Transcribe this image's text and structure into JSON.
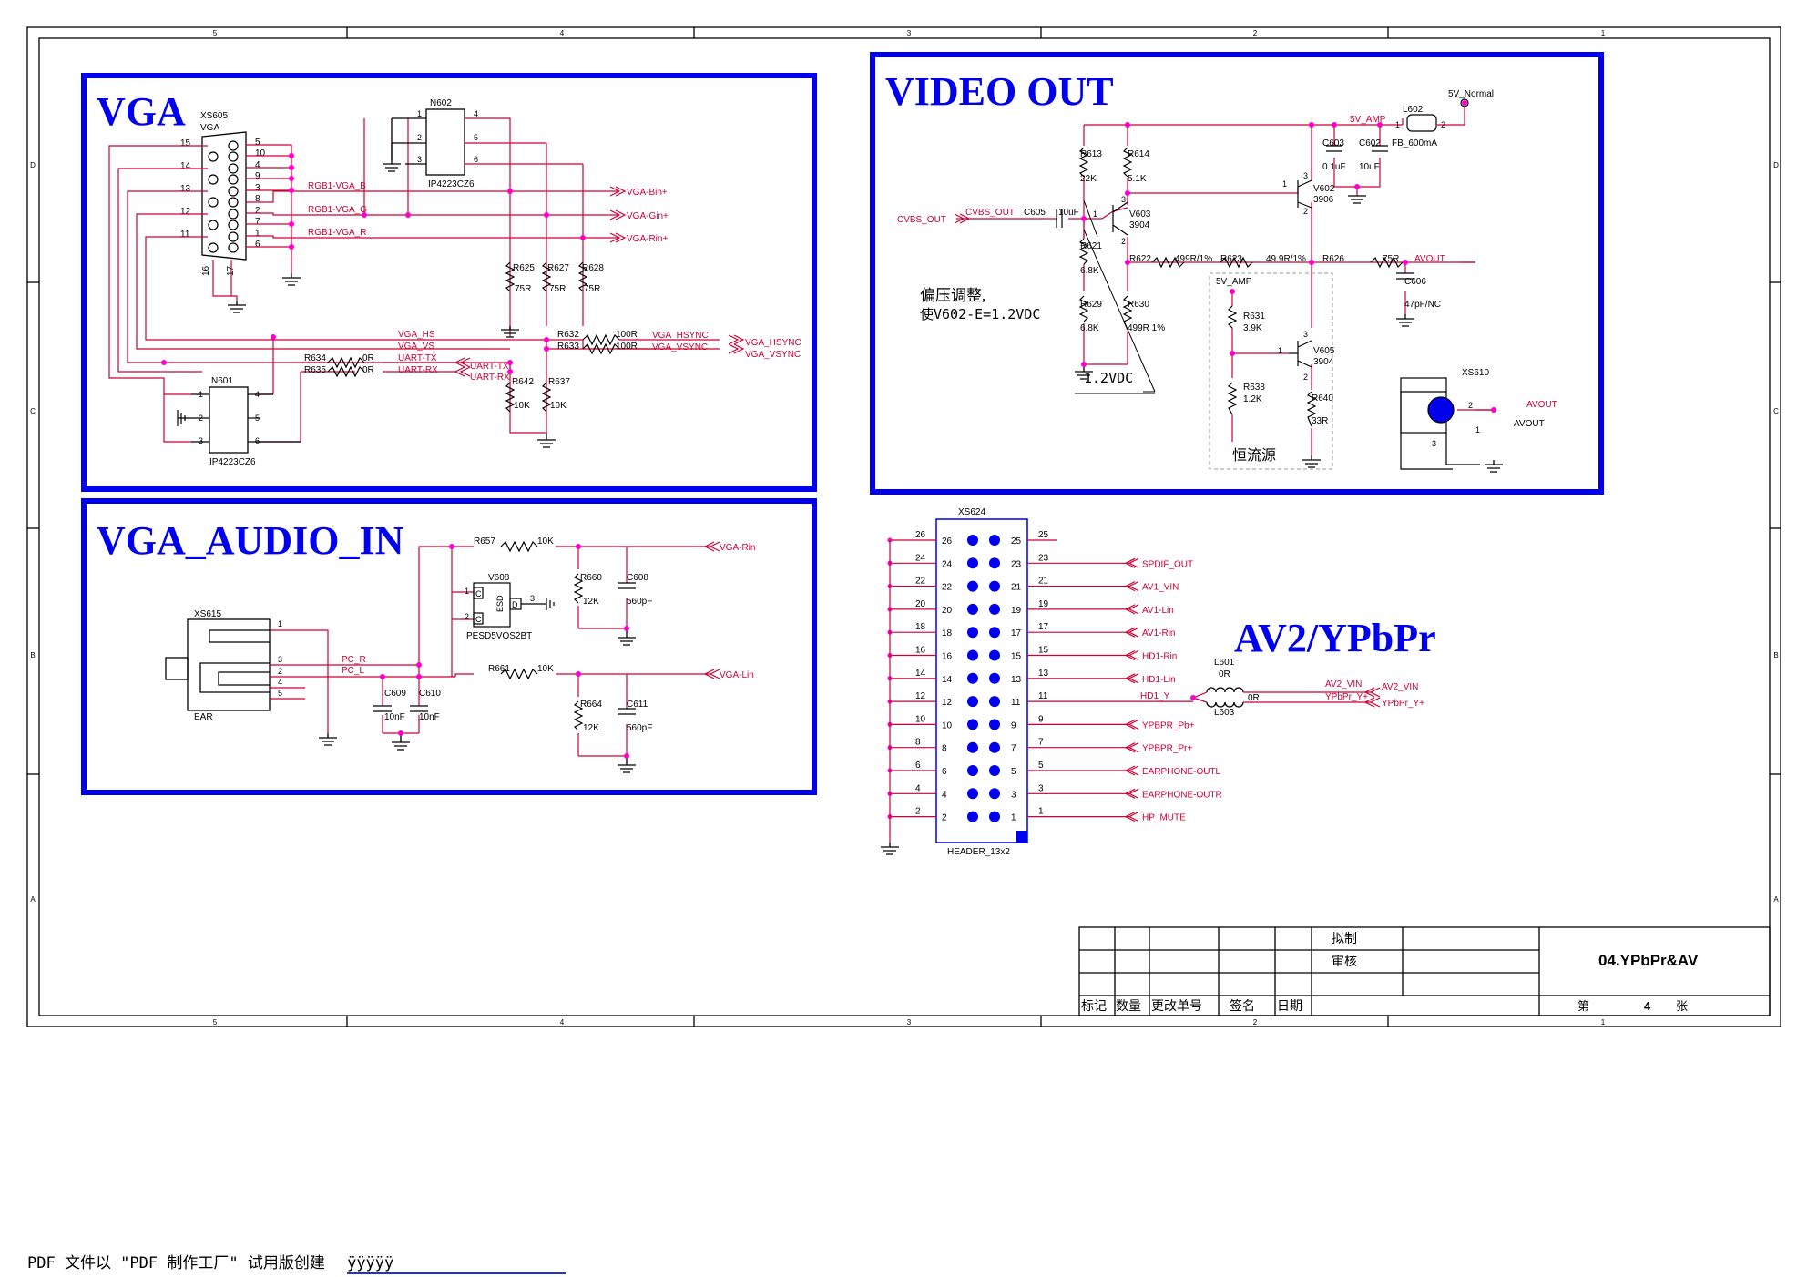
{
  "frame": {
    "col_labels": [
      "5",
      "4",
      "3",
      "2",
      "1"
    ],
    "row_labels": [
      "D",
      "C",
      "B",
      "A"
    ]
  },
  "colors": {
    "wire": "#cc0033",
    "frame": "#0000ee",
    "node": "#ff00cc",
    "text": "#000000",
    "label": "#cc0033"
  },
  "vga": {
    "title": "VGA",
    "connector_ref": "XS605",
    "connector_name": "VGA",
    "left_pins": [
      "15",
      "14",
      "13",
      "12",
      "11"
    ],
    "right_pins": [
      "5",
      "10",
      "4",
      "9",
      "3",
      "8",
      "2",
      "7",
      "1",
      "6"
    ],
    "bottom_pins": [
      "16",
      "17"
    ],
    "n602_ref": "N602",
    "n602_part": "IP4223CZ6",
    "n602_pins": [
      "1",
      "2",
      "3",
      "4",
      "5",
      "6"
    ],
    "n601_ref": "N601",
    "n601_part": "IP4223CZ6",
    "n601_pins": [
      "1",
      "2",
      "3",
      "4",
      "5",
      "6"
    ],
    "nets": [
      "RGB1-VGA_B",
      "RGB1-VGA_G",
      "RGB1-VGA_R"
    ],
    "outputs": [
      "VGA-Bin+",
      "VGA-Gin+",
      "VGA-Rin+"
    ],
    "resistors": [
      {
        "ref": "R625",
        "value": "75R"
      },
      {
        "ref": "R627",
        "value": "75R"
      },
      {
        "ref": "R628",
        "value": "75R"
      },
      {
        "ref": "R632",
        "value": "100R"
      },
      {
        "ref": "R633",
        "value": "100R"
      },
      {
        "ref": "R634",
        "value": "0R"
      },
      {
        "ref": "R635",
        "value": "0R"
      },
      {
        "ref": "R642",
        "value": "10K"
      },
      {
        "ref": "R637",
        "value": "10K"
      }
    ],
    "sync_nets": [
      "VGA_HS",
      "VGA_VS"
    ],
    "uart_nets": [
      "UART-TX",
      "UART-RX"
    ],
    "uart_out": [
      "UART-TX",
      "UART-RX"
    ],
    "sync_labels": [
      "VGA_HSYNC",
      "VGA_VSYNC"
    ],
    "sync_out": [
      "VGA_HSYNC",
      "VGA_VSYNC"
    ]
  },
  "audio_in": {
    "title": "VGA_AUDIO_IN",
    "jack_ref": "XS615",
    "jack_name": "EAR",
    "jack_pins": [
      "1",
      "3",
      "2",
      "4",
      "5"
    ],
    "nets": [
      "PC_R",
      "PC_L"
    ],
    "r657": {
      "ref": "R657",
      "value": "10K"
    },
    "r661": {
      "ref": "R661",
      "value": "10K"
    },
    "r660": {
      "ref": "R660",
      "value": "12K"
    },
    "r664": {
      "ref": "R664",
      "value": "12K"
    },
    "c608": {
      "ref": "C608",
      "value": "560pF"
    },
    "c611": {
      "ref": "C611",
      "value": "560pF"
    },
    "c609": {
      "ref": "C609",
      "value": "10nF"
    },
    "c610": {
      "ref": "C610",
      "value": "10nF"
    },
    "esd_ref": "V608",
    "esd_part": "PESD5VOS2BT",
    "esd_text": "ESD",
    "esd_pins": [
      "1",
      "2",
      "3"
    ],
    "esd_c": "C",
    "esd_d": "D",
    "outputs": [
      "VGA-Rin",
      "VGA-Lin"
    ]
  },
  "video_out": {
    "title": "VIDEO OUT",
    "supply": "5V_Normal",
    "amp": "5V_AMP",
    "amp2": "5V_AMP",
    "l602": {
      "ref": "L602",
      "value": "FB_600mA",
      "p1": "1",
      "p2": "2"
    },
    "c603": {
      "ref": "C603",
      "value": "0.1uF"
    },
    "c602": {
      "ref": "C602",
      "value": "10uF"
    },
    "r613": {
      "ref": "R613",
      "value": "22K"
    },
    "r614": {
      "ref": "R614",
      "value": "5.1K"
    },
    "r621": {
      "ref": "R621",
      "value": "6.8K"
    },
    "r629": {
      "ref": "R629",
      "value": "6.8K"
    },
    "r630": {
      "ref": "R630",
      "value": "499R 1%"
    },
    "r622": {
      "ref": "R622",
      "value": "499R/1%"
    },
    "r623": {
      "ref": "R623",
      "value": "49.9R/1%"
    },
    "r626": {
      "ref": "R626",
      "value": "75R"
    },
    "r631": {
      "ref": "R631",
      "value": "3.9K"
    },
    "r638": {
      "ref": "R638",
      "value": "1.2K"
    },
    "r640": {
      "ref": "R640",
      "value": "33R"
    },
    "c605": {
      "ref": "C605",
      "value": "10uF"
    },
    "c606": {
      "ref": "C606",
      "value": "47pF/NC"
    },
    "v603": {
      "ref": "V603",
      "value": "3904"
    },
    "v602": {
      "ref": "V602",
      "value": "3906"
    },
    "v605": {
      "ref": "V605",
      "value": "3904"
    },
    "tr_pins": [
      "1",
      "2",
      "3"
    ],
    "cvbs_in": "CVBS_OUT",
    "cvbs_net": "CVBS_OUT",
    "avout_net": "AVOUT",
    "avout_net2": "AVOUT",
    "note_line1": "偏压调整,",
    "note_line2": "使V602-E=1.2VDC",
    "note_vdc": "1.2VDC",
    "const_current": "恒流源",
    "xs610": {
      "ref": "XS610",
      "name": "AVOUT",
      "pins": [
        "2",
        "1",
        "3"
      ]
    }
  },
  "header": {
    "ref": "XS624",
    "name": "HEADER_13x2",
    "left_nums": [
      "26",
      "24",
      "22",
      "20",
      "18",
      "16",
      "14",
      "12",
      "10",
      "8",
      "6",
      "4",
      "2"
    ],
    "right_nums": [
      "25",
      "23",
      "21",
      "19",
      "17",
      "15",
      "13",
      "11",
      "9",
      "7",
      "5",
      "3",
      "1"
    ],
    "outer_left": [
      "26",
      "24",
      "22",
      "20",
      "18",
      "16",
      "14",
      "12",
      "10",
      "8",
      "6",
      "4",
      "2"
    ],
    "outer_right": [
      "25",
      "23",
      "21",
      "19",
      "17",
      "15",
      "13",
      "11",
      "9",
      "7",
      "5",
      "3",
      "1"
    ],
    "signals": [
      "",
      "SPDIF_OUT",
      "AV1_VIN",
      "AV1-Lin",
      "AV1-Rin",
      "HD1-Rin",
      "HD1-Lin",
      "HD1_Y",
      "YPBPR_Pb+",
      "YPBPR_Pr+",
      "EARPHONE-OUTL",
      "EARPHONE-OUTR",
      "HP_MUTE"
    ]
  },
  "av2": {
    "title": "AV2/YPbPr",
    "l601": {
      "ref": "L601",
      "value": "0R"
    },
    "l603": {
      "ref": "L603",
      "value": "0R"
    },
    "nets": [
      "AV2_VIN",
      "YPbPr_Y+"
    ],
    "outs": [
      "AV2_VIN",
      "YPbPr_Y+"
    ]
  },
  "titleblock": {
    "draft": "拟制",
    "review": "审核",
    "cols": [
      "标记",
      "数量",
      "更改单号",
      "签名",
      "日期"
    ],
    "drawing": "04.YPbPr&AV",
    "sheet_prefix": "第",
    "sheet_no": "4",
    "sheet_suffix": "张"
  },
  "footer": {
    "text": "PDF 文件以 \"PDF 制作工厂\" 试用版创建",
    "link": "ÿÿÿÿÿ"
  }
}
